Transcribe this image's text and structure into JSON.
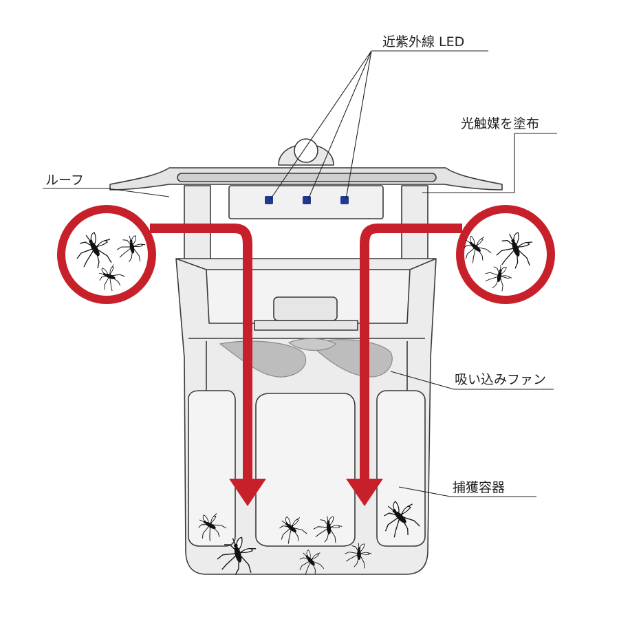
{
  "labels": {
    "led": "近紫外線 LED",
    "coating": "光触媒を塗布",
    "roof": "ルーフ",
    "fan": "吸い込みファン",
    "container": "捕獲容器"
  },
  "icons": {
    "mosquito": "mosquito-icon",
    "flow_arrow": "red-flow-arrow"
  },
  "colors": {
    "arrow": "#c8202a",
    "body_fill": "#ececec",
    "panel_fill": "#f4f4f4",
    "led": "#1f3a8f",
    "fan": "#bdbdbd",
    "line": "#231f20"
  }
}
